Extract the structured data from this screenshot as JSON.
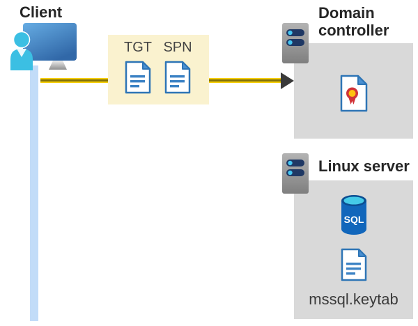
{
  "client": {
    "label": "Client"
  },
  "tickets": {
    "tgt": "TGT",
    "spn": "SPN"
  },
  "domain_controller": {
    "label": "Domain controller"
  },
  "linux_server": {
    "label": "Linux server",
    "database": "SQL",
    "keytab": "mssql.keytab"
  },
  "colors": {
    "panel_gray": "#D9D9D9",
    "ticket_box_yellow": "#FAF2CF",
    "arrow_yellow": "#F6CF06",
    "arrow_stripe_olive": "#81700A",
    "arrowhead_charcoal": "#3A3A3A",
    "timeline_light_blue": "#C2DCF8",
    "document_border_blue": "#2E75B6",
    "document_fold_blue": "#4A90D2",
    "person_cyan": "#3BBFE3",
    "monitor_blue": "#4A8FD0",
    "server_gray": "#999999",
    "server_bar_navy": "#1F3864",
    "server_dot_cyan": "#45C6F1",
    "certificate_red": "#D13438",
    "certificate_gold": "#FFC20E",
    "sql_body_blue": "#1166BB",
    "sql_top_cyan": "#45CAE8",
    "heading_text": "#262626",
    "label_text": "#3B3B3B"
  }
}
